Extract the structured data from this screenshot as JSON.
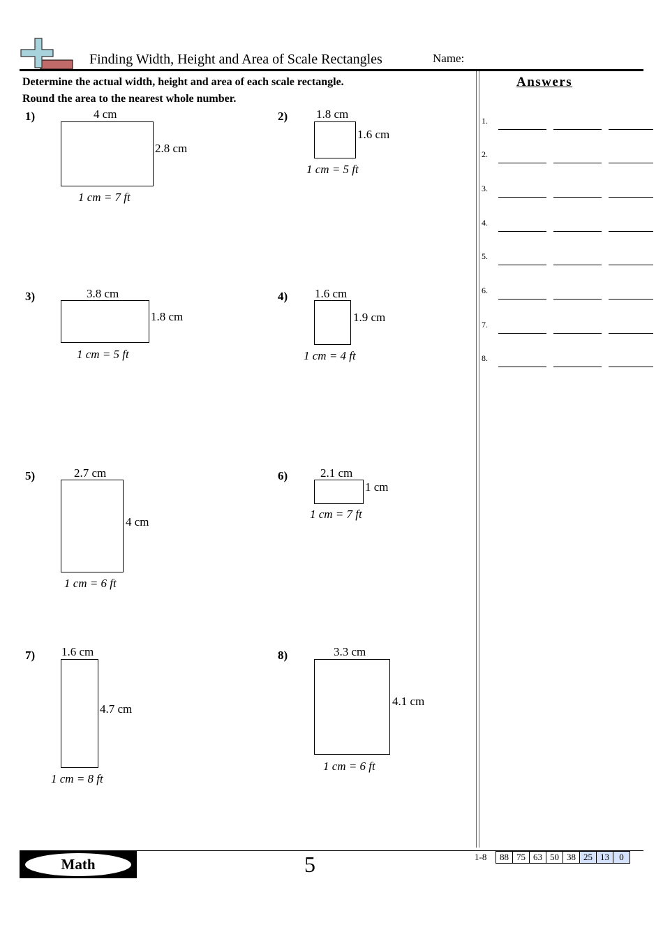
{
  "header": {
    "title": "Finding Width, Height and Area of Scale Rectangles",
    "name_label": "Name:"
  },
  "instructions": {
    "line1": "Determine the actual width, height and area of each scale rectangle.",
    "line2": "Round the area to the nearest whole number."
  },
  "problems": [
    {
      "number": "1)",
      "width_label": "4 cm",
      "height_label": "2.8 cm",
      "scale": "1 cm = 7 ft"
    },
    {
      "number": "2)",
      "width_label": "1.8 cm",
      "height_label": "1.6 cm",
      "scale": "1 cm = 5 ft"
    },
    {
      "number": "3)",
      "width_label": "3.8 cm",
      "height_label": "1.8 cm",
      "scale": "1 cm = 5 ft"
    },
    {
      "number": "4)",
      "width_label": "1.6 cm",
      "height_label": "1.9 cm",
      "scale": "1 cm = 4 ft"
    },
    {
      "number": "5)",
      "width_label": "2.7 cm",
      "height_label": "4 cm",
      "scale": "1 cm = 6 ft"
    },
    {
      "number": "6)",
      "width_label": "2.1 cm",
      "height_label": "1 cm",
      "scale": "1 cm = 7 ft"
    },
    {
      "number": "7)",
      "width_label": "1.6 cm",
      "height_label": "4.7 cm",
      "scale": "1 cm = 8 ft"
    },
    {
      "number": "8)",
      "width_label": "3.3 cm",
      "height_label": "4.1 cm",
      "scale": "1 cm = 6 ft"
    }
  ],
  "answers": {
    "title": "Answers",
    "rows": [
      "1.",
      "2.",
      "3.",
      "4.",
      "5.",
      "6.",
      "7.",
      "8."
    ]
  },
  "footer": {
    "badge": "Math",
    "page_number": "5",
    "score_label": "1-8",
    "scores": [
      "88",
      "75",
      "63",
      "50",
      "38",
      "25",
      "13",
      "0"
    ]
  },
  "colors": {
    "logo_cross": "#a9d3dc",
    "logo_bar": "#c06a6a",
    "score_highlight": "#d4e3fb"
  }
}
